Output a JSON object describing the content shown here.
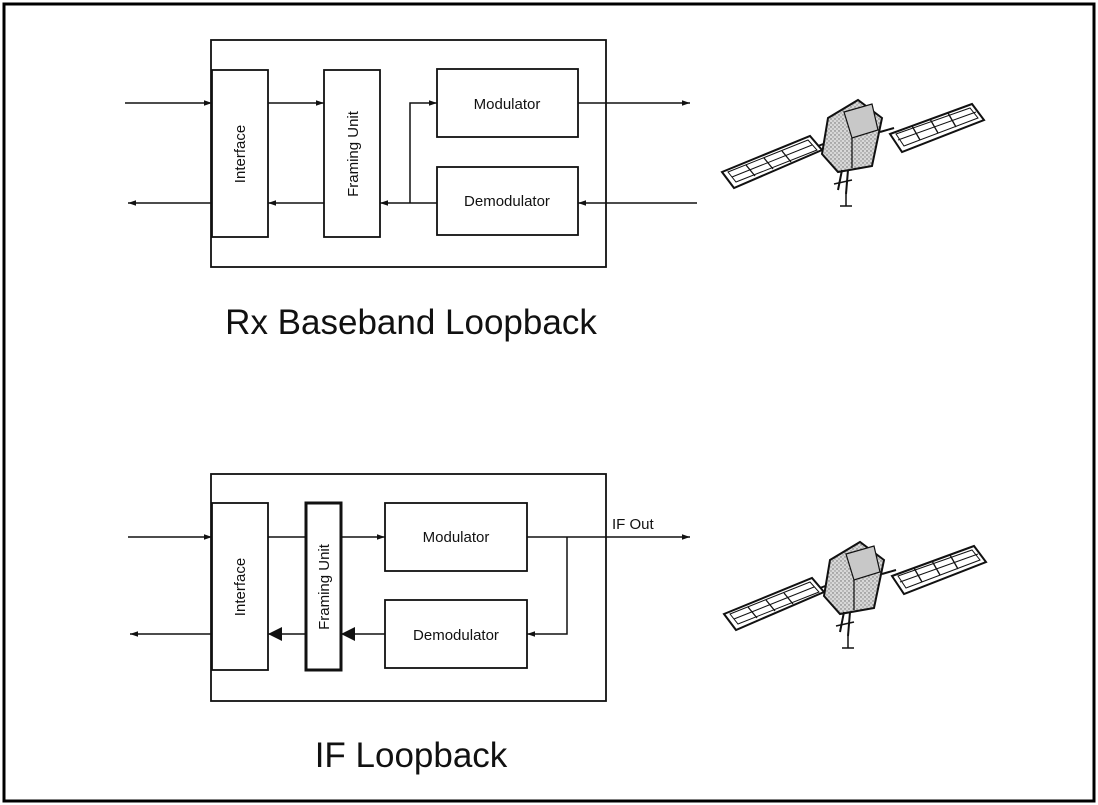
{
  "colors": {
    "ink": "#111111",
    "background": "#ffffff",
    "panel_gray": "#b9b9b9"
  },
  "top_diagram": {
    "title": "Rx Baseband Loopback",
    "blocks": {
      "interface": "Interface",
      "framing_unit": "Framing Unit",
      "modulator": "Modulator",
      "demodulator": "Demodulator"
    }
  },
  "bottom_diagram": {
    "title": "IF Loopback",
    "blocks": {
      "interface": "Interface",
      "framing_unit": "Framing Unit",
      "modulator": "Modulator",
      "demodulator": "Demodulator"
    },
    "output_label": "IF Out"
  },
  "icons": {
    "satellite": "satellite-icon"
  }
}
